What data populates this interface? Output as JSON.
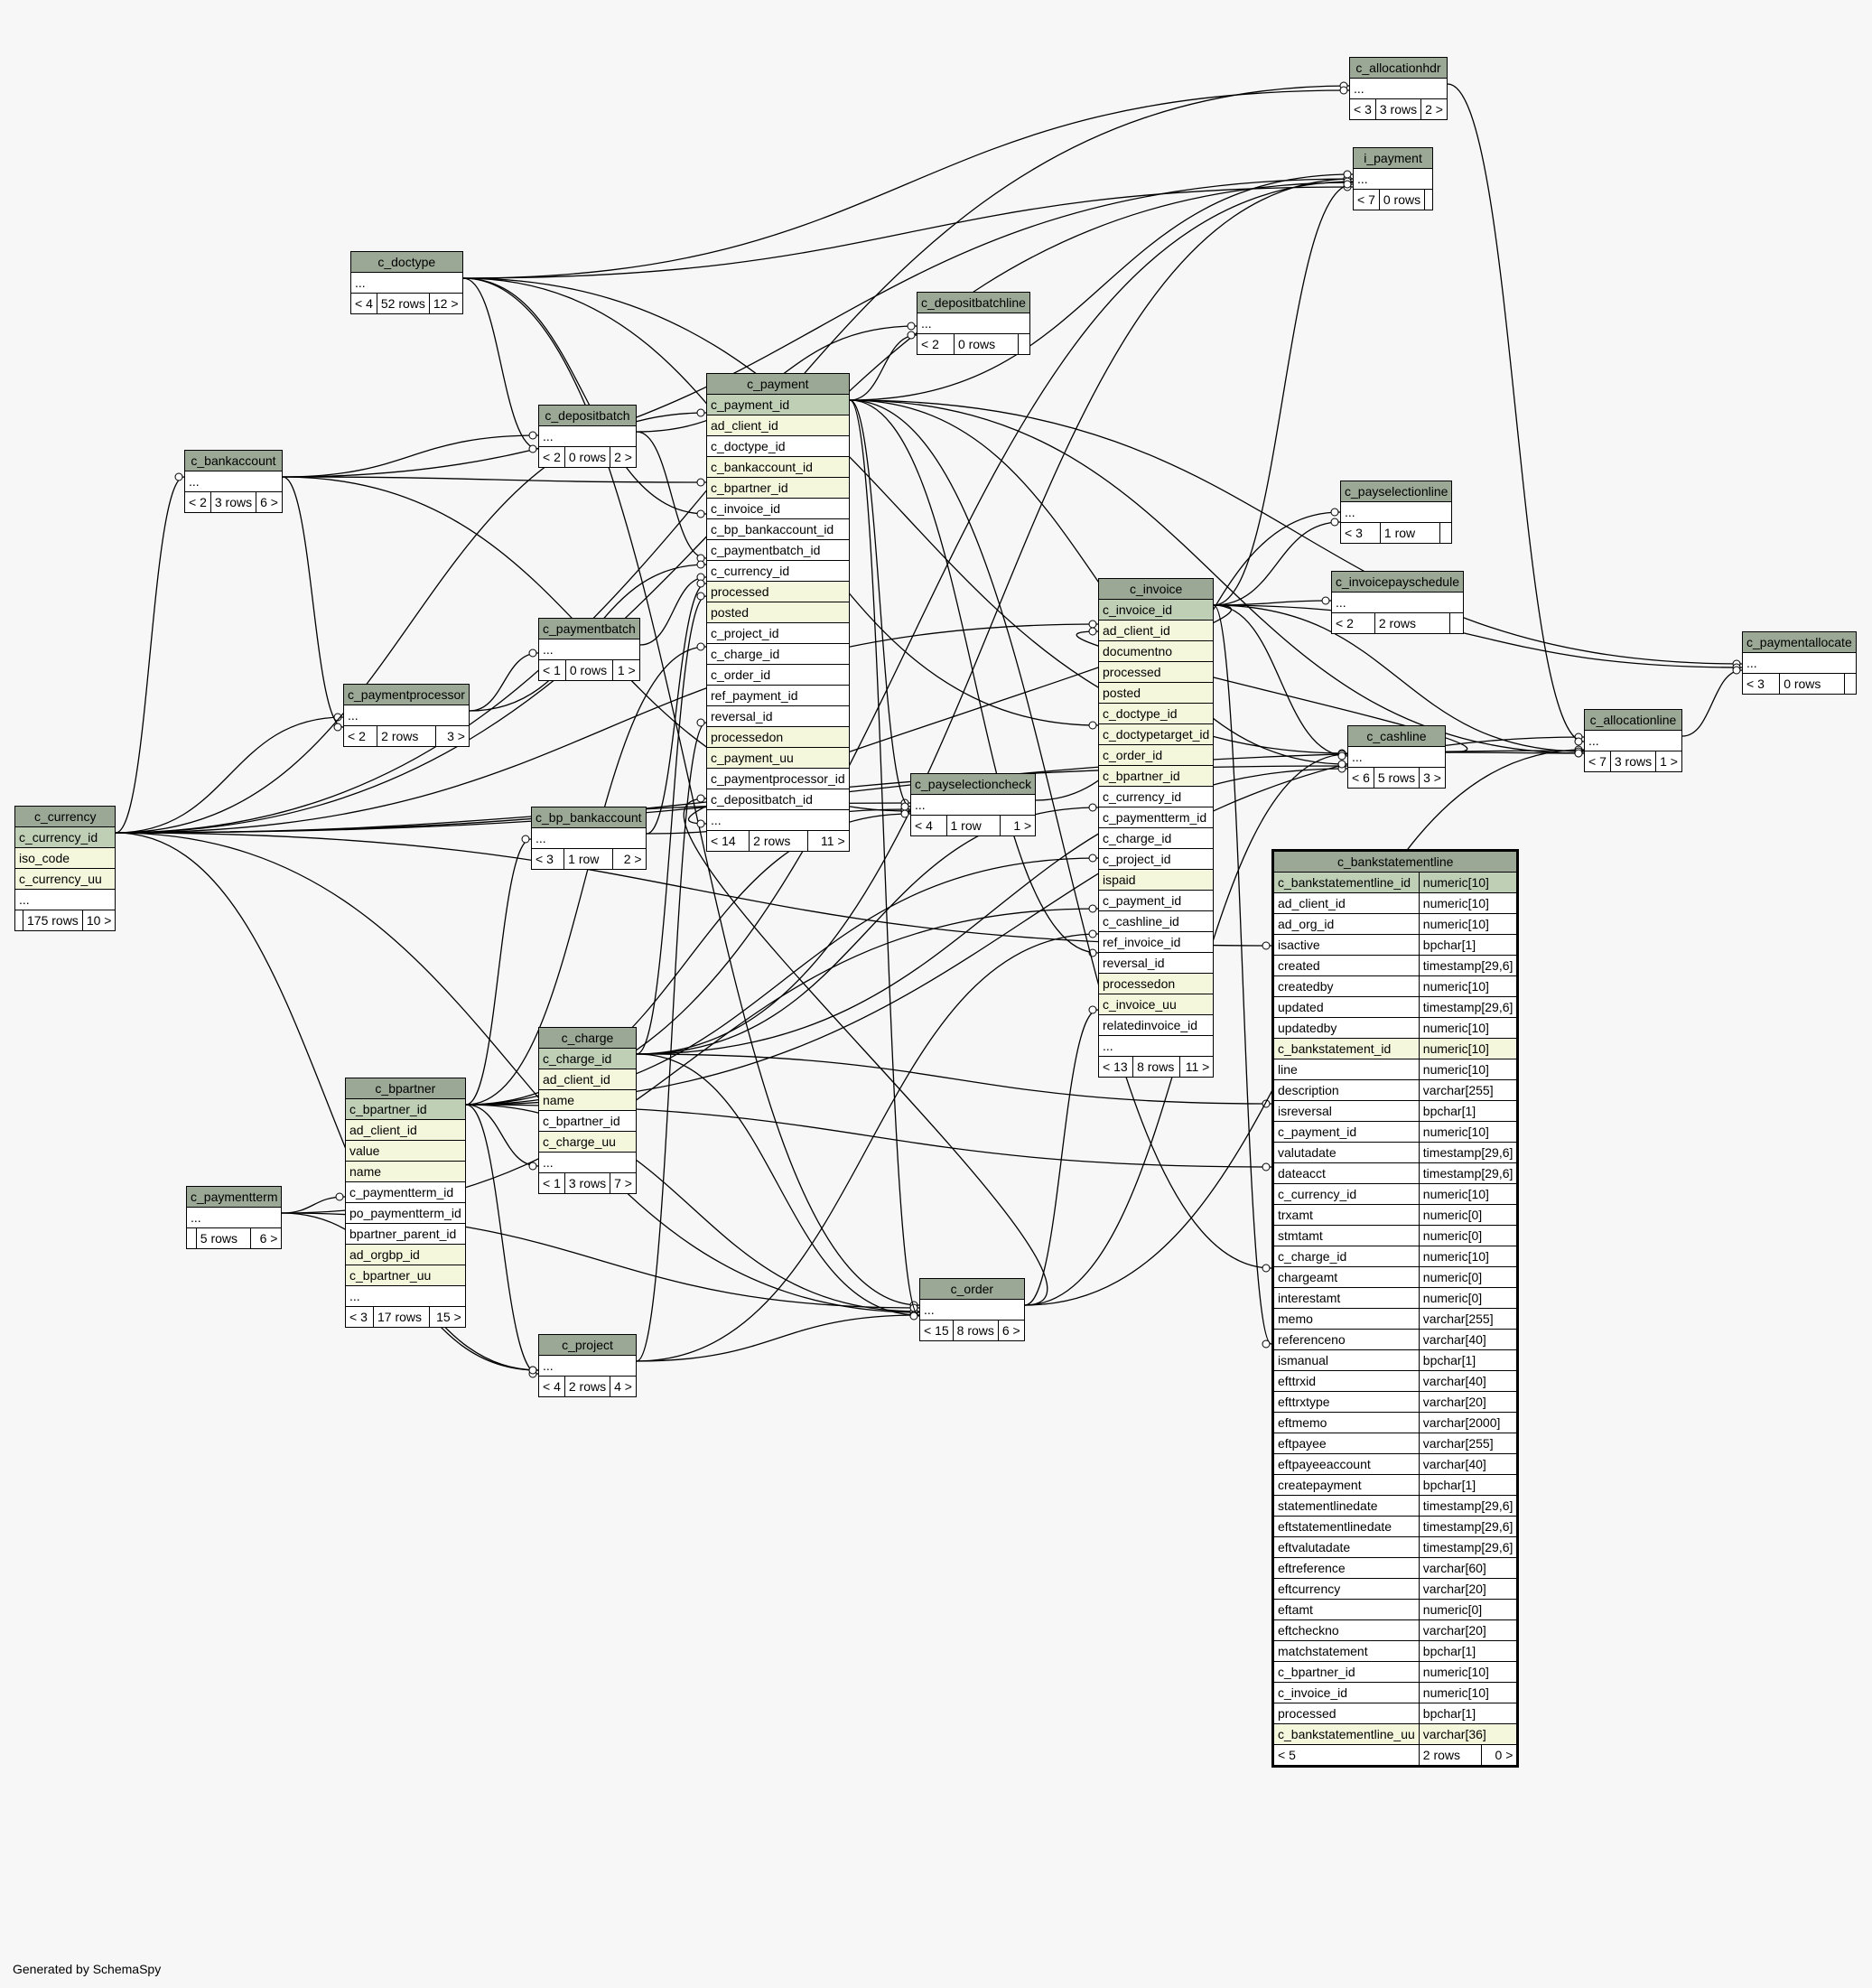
{
  "footer": "Generated by SchemaSpy",
  "tables": {
    "c_currency": {
      "name": "c_currency",
      "columns": [
        {
          "name": "c_currency_id",
          "kind": "pk"
        },
        {
          "name": "iso_code",
          "kind": "attr"
        },
        {
          "name": "c_currency_uu",
          "kind": "attr"
        },
        {
          "name": "...",
          "kind": "fk"
        }
      ],
      "footer": [
        "",
        "175 rows",
        "10 >"
      ]
    },
    "c_bankaccount": {
      "name": "c_bankaccount",
      "columns": [
        {
          "name": "...",
          "kind": "fk"
        }
      ],
      "footer": [
        "< 2",
        "3 rows",
        "6 >"
      ]
    },
    "c_doctype": {
      "name": "c_doctype",
      "columns": [
        {
          "name": "...",
          "kind": "fk"
        }
      ],
      "footer": [
        "< 4",
        "52 rows",
        "12 >"
      ]
    },
    "c_depositbatch": {
      "name": "c_depositbatch",
      "columns": [
        {
          "name": "...",
          "kind": "fk"
        }
      ],
      "footer": [
        "< 2",
        "0 rows",
        "2 >"
      ]
    },
    "c_paymentprocessor": {
      "name": "c_paymentprocessor",
      "columns": [
        {
          "name": "...",
          "kind": "fk"
        }
      ],
      "footer": [
        "< 2",
        "2 rows",
        "3 >"
      ]
    },
    "c_paymentbatch": {
      "name": "c_paymentbatch",
      "columns": [
        {
          "name": "...",
          "kind": "fk"
        }
      ],
      "footer": [
        "< 1",
        "0 rows",
        "1 >"
      ]
    },
    "c_bp_bankaccount": {
      "name": "c_bp_bankaccount",
      "columns": [
        {
          "name": "...",
          "kind": "fk"
        }
      ],
      "footer": [
        "< 3",
        "1 row",
        "2 >"
      ]
    },
    "c_charge": {
      "name": "c_charge",
      "columns": [
        {
          "name": "c_charge_id",
          "kind": "pk"
        },
        {
          "name": "ad_client_id",
          "kind": "attr"
        },
        {
          "name": "name",
          "kind": "attr"
        },
        {
          "name": "c_bpartner_id",
          "kind": "fk"
        },
        {
          "name": "c_charge_uu",
          "kind": "attr"
        },
        {
          "name": "...",
          "kind": "fk"
        }
      ],
      "footer": [
        "< 1",
        "3 rows",
        "7 >"
      ]
    },
    "c_bpartner": {
      "name": "c_bpartner",
      "columns": [
        {
          "name": "c_bpartner_id",
          "kind": "pk"
        },
        {
          "name": "ad_client_id",
          "kind": "attr"
        },
        {
          "name": "value",
          "kind": "attr"
        },
        {
          "name": "name",
          "kind": "attr"
        },
        {
          "name": "c_paymentterm_id",
          "kind": "fk"
        },
        {
          "name": "po_paymentterm_id",
          "kind": "fk"
        },
        {
          "name": "bpartner_parent_id",
          "kind": "fk"
        },
        {
          "name": "ad_orgbp_id",
          "kind": "attr"
        },
        {
          "name": "c_bpartner_uu",
          "kind": "attr"
        },
        {
          "name": "...",
          "kind": "fk"
        }
      ],
      "footer": [
        "< 3",
        "17 rows",
        "15 >"
      ]
    },
    "c_paymentterm": {
      "name": "c_paymentterm",
      "columns": [
        {
          "name": "...",
          "kind": "fk"
        }
      ],
      "footer": [
        "",
        "5 rows",
        "6 >"
      ]
    },
    "c_project": {
      "name": "c_project",
      "columns": [
        {
          "name": "...",
          "kind": "fk"
        }
      ],
      "footer": [
        "< 4",
        "2 rows",
        "4 >"
      ]
    },
    "c_payment": {
      "name": "c_payment",
      "columns": [
        {
          "name": "c_payment_id",
          "kind": "pk"
        },
        {
          "name": "ad_client_id",
          "kind": "attr"
        },
        {
          "name": "c_doctype_id",
          "kind": "fk"
        },
        {
          "name": "c_bankaccount_id",
          "kind": "attr"
        },
        {
          "name": "c_bpartner_id",
          "kind": "attr"
        },
        {
          "name": "c_invoice_id",
          "kind": "fk"
        },
        {
          "name": "c_bp_bankaccount_id",
          "kind": "fk"
        },
        {
          "name": "c_paymentbatch_id",
          "kind": "fk"
        },
        {
          "name": "c_currency_id",
          "kind": "fk"
        },
        {
          "name": "processed",
          "kind": "attr"
        },
        {
          "name": "posted",
          "kind": "attr"
        },
        {
          "name": "c_project_id",
          "kind": "fk"
        },
        {
          "name": "c_charge_id",
          "kind": "fk"
        },
        {
          "name": "c_order_id",
          "kind": "fk"
        },
        {
          "name": "ref_payment_id",
          "kind": "fk"
        },
        {
          "name": "reversal_id",
          "kind": "fk"
        },
        {
          "name": "processedon",
          "kind": "attr"
        },
        {
          "name": "c_payment_uu",
          "kind": "attr"
        },
        {
          "name": "c_paymentprocessor_id",
          "kind": "fk"
        },
        {
          "name": "c_depositbatch_id",
          "kind": "fk"
        },
        {
          "name": "...",
          "kind": "fk"
        }
      ],
      "footer": [
        "< 14",
        "2 rows",
        "11 >"
      ]
    },
    "c_depositbatchline": {
      "name": "c_depositbatchline",
      "columns": [
        {
          "name": "...",
          "kind": "fk"
        }
      ],
      "footer": [
        "< 2",
        "0 rows",
        ""
      ]
    },
    "c_payselectioncheck": {
      "name": "c_payselectioncheck",
      "columns": [
        {
          "name": "...",
          "kind": "fk"
        }
      ],
      "footer": [
        "< 4",
        "1 row",
        "1 >"
      ]
    },
    "c_order": {
      "name": "c_order",
      "columns": [
        {
          "name": "...",
          "kind": "fk"
        }
      ],
      "footer": [
        "< 15",
        "8 rows",
        "6 >"
      ]
    },
    "c_invoice": {
      "name": "c_invoice",
      "columns": [
        {
          "name": "c_invoice_id",
          "kind": "pk"
        },
        {
          "name": "ad_client_id",
          "kind": "attr"
        },
        {
          "name": "documentno",
          "kind": "attr"
        },
        {
          "name": "processed",
          "kind": "attr"
        },
        {
          "name": "posted",
          "kind": "attr"
        },
        {
          "name": "c_doctype_id",
          "kind": "attr"
        },
        {
          "name": "c_doctypetarget_id",
          "kind": "attr"
        },
        {
          "name": "c_order_id",
          "kind": "attr"
        },
        {
          "name": "c_bpartner_id",
          "kind": "attr"
        },
        {
          "name": "c_currency_id",
          "kind": "fk"
        },
        {
          "name": "c_paymentterm_id",
          "kind": "fk"
        },
        {
          "name": "c_charge_id",
          "kind": "fk"
        },
        {
          "name": "c_project_id",
          "kind": "fk"
        },
        {
          "name": "ispaid",
          "kind": "attr"
        },
        {
          "name": "c_payment_id",
          "kind": "fk"
        },
        {
          "name": "c_cashline_id",
          "kind": "fk"
        },
        {
          "name": "ref_invoice_id",
          "kind": "fk"
        },
        {
          "name": "reversal_id",
          "kind": "fk"
        },
        {
          "name": "processedon",
          "kind": "attr"
        },
        {
          "name": "c_invoice_uu",
          "kind": "attr"
        },
        {
          "name": "relatedinvoice_id",
          "kind": "fk"
        },
        {
          "name": "...",
          "kind": "fk"
        }
      ],
      "footer": [
        "< 13",
        "8 rows",
        "11 >"
      ]
    },
    "c_allocationhdr": {
      "name": "c_allocationhdr",
      "columns": [
        {
          "name": "...",
          "kind": "fk"
        }
      ],
      "footer": [
        "< 3",
        "3 rows",
        "2 >"
      ]
    },
    "i_payment": {
      "name": "i_payment",
      "columns": [
        {
          "name": "...",
          "kind": "fk"
        }
      ],
      "footer": [
        "< 7",
        "0 rows",
        ""
      ]
    },
    "c_payselectionline": {
      "name": "c_payselectionline",
      "columns": [
        {
          "name": "...",
          "kind": "fk"
        }
      ],
      "footer": [
        "< 3",
        "1 row",
        ""
      ]
    },
    "c_invoicepayschedule": {
      "name": "c_invoicepayschedule",
      "columns": [
        {
          "name": "...",
          "kind": "fk"
        }
      ],
      "footer": [
        "< 2",
        "2 rows",
        ""
      ]
    },
    "c_paymentallocate": {
      "name": "c_paymentallocate",
      "columns": [
        {
          "name": "...",
          "kind": "fk"
        }
      ],
      "footer": [
        "< 3",
        "0 rows",
        ""
      ]
    },
    "c_allocationline": {
      "name": "c_allocationline",
      "columns": [
        {
          "name": "...",
          "kind": "fk"
        }
      ],
      "footer": [
        "< 7",
        "3 rows",
        "1 >"
      ]
    },
    "c_cashline": {
      "name": "c_cashline",
      "columns": [
        {
          "name": "...",
          "kind": "fk"
        }
      ],
      "footer": [
        "< 6",
        "5 rows",
        "3 >"
      ]
    },
    "c_bankstatementline": {
      "name": "c_bankstatementline",
      "focus": true,
      "columns": [
        {
          "name": "c_bankstatementline_id",
          "type": "numeric[10]",
          "kind": "pk"
        },
        {
          "name": "ad_client_id",
          "type": "numeric[10]",
          "kind": "fk"
        },
        {
          "name": "ad_org_id",
          "type": "numeric[10]",
          "kind": "fk"
        },
        {
          "name": "isactive",
          "type": "bpchar[1]",
          "kind": "fk"
        },
        {
          "name": "created",
          "type": "timestamp[29,6]",
          "kind": "fk"
        },
        {
          "name": "createdby",
          "type": "numeric[10]",
          "kind": "fk"
        },
        {
          "name": "updated",
          "type": "timestamp[29,6]",
          "kind": "fk"
        },
        {
          "name": "updatedby",
          "type": "numeric[10]",
          "kind": "fk"
        },
        {
          "name": "c_bankstatement_id",
          "type": "numeric[10]",
          "kind": "attr"
        },
        {
          "name": "line",
          "type": "numeric[10]",
          "kind": "fk"
        },
        {
          "name": "description",
          "type": "varchar[255]",
          "kind": "fk"
        },
        {
          "name": "isreversal",
          "type": "bpchar[1]",
          "kind": "fk"
        },
        {
          "name": "c_payment_id",
          "type": "numeric[10]",
          "kind": "fk"
        },
        {
          "name": "valutadate",
          "type": "timestamp[29,6]",
          "kind": "fk"
        },
        {
          "name": "dateacct",
          "type": "timestamp[29,6]",
          "kind": "fk"
        },
        {
          "name": "c_currency_id",
          "type": "numeric[10]",
          "kind": "fk"
        },
        {
          "name": "trxamt",
          "type": "numeric[0]",
          "kind": "fk"
        },
        {
          "name": "stmtamt",
          "type": "numeric[0]",
          "kind": "fk"
        },
        {
          "name": "c_charge_id",
          "type": "numeric[10]",
          "kind": "fk"
        },
        {
          "name": "chargeamt",
          "type": "numeric[0]",
          "kind": "fk"
        },
        {
          "name": "interestamt",
          "type": "numeric[0]",
          "kind": "fk"
        },
        {
          "name": "memo",
          "type": "varchar[255]",
          "kind": "fk"
        },
        {
          "name": "referenceno",
          "type": "varchar[40]",
          "kind": "fk"
        },
        {
          "name": "ismanual",
          "type": "bpchar[1]",
          "kind": "fk"
        },
        {
          "name": "efttrxid",
          "type": "varchar[40]",
          "kind": "fk"
        },
        {
          "name": "efttrxtype",
          "type": "varchar[20]",
          "kind": "fk"
        },
        {
          "name": "eftmemo",
          "type": "varchar[2000]",
          "kind": "fk"
        },
        {
          "name": "eftpayee",
          "type": "varchar[255]",
          "kind": "fk"
        },
        {
          "name": "eftpayeeaccount",
          "type": "varchar[40]",
          "kind": "fk"
        },
        {
          "name": "createpayment",
          "type": "bpchar[1]",
          "kind": "fk"
        },
        {
          "name": "statementlinedate",
          "type": "timestamp[29,6]",
          "kind": "fk"
        },
        {
          "name": "eftstatementlinedate",
          "type": "timestamp[29,6]",
          "kind": "fk"
        },
        {
          "name": "eftvalutadate",
          "type": "timestamp[29,6]",
          "kind": "fk"
        },
        {
          "name": "eftreference",
          "type": "varchar[60]",
          "kind": "fk"
        },
        {
          "name": "eftcurrency",
          "type": "varchar[20]",
          "kind": "fk"
        },
        {
          "name": "eftamt",
          "type": "numeric[0]",
          "kind": "fk"
        },
        {
          "name": "eftcheckno",
          "type": "varchar[20]",
          "kind": "fk"
        },
        {
          "name": "matchstatement",
          "type": "bpchar[1]",
          "kind": "fk"
        },
        {
          "name": "c_bpartner_id",
          "type": "numeric[10]",
          "kind": "fk"
        },
        {
          "name": "c_invoice_id",
          "type": "numeric[10]",
          "kind": "fk"
        },
        {
          "name": "processed",
          "type": "bpchar[1]",
          "kind": "fk"
        },
        {
          "name": "c_bankstatementline_uu",
          "type": "varchar[36]",
          "kind": "attr"
        }
      ],
      "footer": [
        "< 5",
        "2 rows",
        "0 >"
      ]
    }
  },
  "relationships": [
    [
      "c_currency",
      "c_bankaccount"
    ],
    [
      "c_currency",
      "c_paymentprocessor"
    ],
    [
      "c_currency",
      "c_payment"
    ],
    [
      "c_currency",
      "c_invoice"
    ],
    [
      "c_currency",
      "c_order"
    ],
    [
      "c_currency",
      "c_cashline"
    ],
    [
      "c_currency",
      "c_allocationhdr"
    ],
    [
      "c_currency",
      "i_payment"
    ],
    [
      "c_currency",
      "c_allocationline"
    ],
    [
      "c_currency",
      "c_payselectioncheck"
    ],
    [
      "c_currency",
      "c_project"
    ],
    [
      "c_currency",
      "c_bankstatementline"
    ],
    [
      "c_bankaccount",
      "c_depositbatch"
    ],
    [
      "c_bankaccount",
      "c_payment"
    ],
    [
      "c_bankaccount",
      "c_paymentprocessor"
    ],
    [
      "c_bankaccount",
      "i_payment"
    ],
    [
      "c_bankaccount",
      "c_payselectioncheck"
    ],
    [
      "c_doctype",
      "c_depositbatch"
    ],
    [
      "c_doctype",
      "c_payment"
    ],
    [
      "c_doctype",
      "c_invoice"
    ],
    [
      "c_doctype",
      "c_order"
    ],
    [
      "c_doctype",
      "c_allocationhdr"
    ],
    [
      "c_doctype",
      "i_payment"
    ],
    [
      "c_doctype",
      "c_cashline"
    ],
    [
      "c_depositbatch",
      "c_depositbatchline"
    ],
    [
      "c_depositbatch",
      "c_payment"
    ],
    [
      "c_paymentprocessor",
      "c_payment"
    ],
    [
      "c_paymentprocessor",
      "c_paymentbatch"
    ],
    [
      "c_paymentbatch",
      "c_payment"
    ],
    [
      "c_bp_bankaccount",
      "c_payment"
    ],
    [
      "c_bp_bankaccount",
      "c_payselectioncheck"
    ],
    [
      "c_charge",
      "c_payment"
    ],
    [
      "c_charge",
      "c_invoice"
    ],
    [
      "c_charge",
      "c_order"
    ],
    [
      "c_charge",
      "c_cashline"
    ],
    [
      "c_charge",
      "i_payment"
    ],
    [
      "c_charge",
      "c_bankstatementline"
    ],
    [
      "c_bpartner",
      "c_charge"
    ],
    [
      "c_bpartner",
      "c_bp_bankaccount"
    ],
    [
      "c_bpartner",
      "c_payment"
    ],
    [
      "c_bpartner",
      "c_invoice"
    ],
    [
      "c_bpartner",
      "c_order"
    ],
    [
      "c_bpartner",
      "c_project"
    ],
    [
      "c_bpartner",
      "c_allocationline"
    ],
    [
      "c_bpartner",
      "i_payment"
    ],
    [
      "c_bpartner",
      "c_payselectioncheck"
    ],
    [
      "c_bpartner",
      "c_bankstatementline"
    ],
    [
      "c_paymentterm",
      "c_bpartner"
    ],
    [
      "c_paymentterm",
      "c_invoice"
    ],
    [
      "c_paymentterm",
      "c_order"
    ],
    [
      "c_paymentterm",
      "c_project"
    ],
    [
      "c_project",
      "c_payment"
    ],
    [
      "c_project",
      "c_invoice"
    ],
    [
      "c_project",
      "c_order"
    ],
    [
      "c_payment",
      "c_depositbatchline"
    ],
    [
      "c_payment",
      "c_invoice"
    ],
    [
      "c_payment",
      "c_order"
    ],
    [
      "c_payment",
      "c_allocationline"
    ],
    [
      "c_payment",
      "c_paymentallocate"
    ],
    [
      "c_payment",
      "c_cashline"
    ],
    [
      "c_payment",
      "i_payment"
    ],
    [
      "c_payment",
      "c_payselectioncheck"
    ],
    [
      "c_payment",
      "c_bankstatementline"
    ],
    [
      "c_order",
      "c_payment"
    ],
    [
      "c_order",
      "c_invoice"
    ],
    [
      "c_order",
      "c_allocationline"
    ],
    [
      "c_order",
      "c_cashline"
    ],
    [
      "c_invoice",
      "c_payment"
    ],
    [
      "c_invoice",
      "c_payselectionline"
    ],
    [
      "c_invoice",
      "c_invoicepayschedule"
    ],
    [
      "c_invoice",
      "c_paymentallocate"
    ],
    [
      "c_invoice",
      "c_allocationline"
    ],
    [
      "c_invoice",
      "c_cashline"
    ],
    [
      "c_invoice",
      "i_payment"
    ],
    [
      "c_invoice",
      "c_bankstatementline"
    ],
    [
      "c_payselectioncheck",
      "c_payselectionline"
    ],
    [
      "c_cashline",
      "c_invoice"
    ],
    [
      "c_cashline",
      "c_allocationline"
    ],
    [
      "c_allocationhdr",
      "c_allocationline"
    ],
    [
      "c_allocationline",
      "c_paymentallocate"
    ]
  ]
}
